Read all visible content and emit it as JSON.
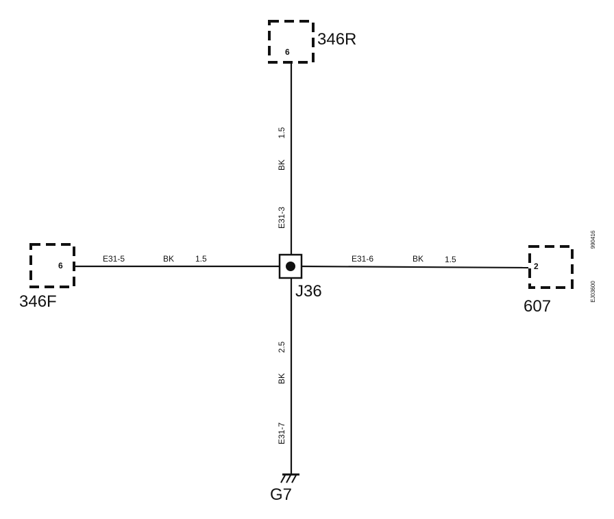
{
  "components": {
    "top": {
      "name": "346R",
      "pin": "6"
    },
    "left": {
      "name": "346F",
      "pin": "6"
    },
    "right": {
      "name": "607",
      "pin": "2"
    },
    "ground": {
      "name": "G7"
    },
    "junction": {
      "name": "J36"
    }
  },
  "wires": {
    "top": {
      "circuit": "E31-3",
      "color": "BK",
      "size": "1.5"
    },
    "left": {
      "circuit": "E31-5",
      "color": "BK",
      "size": "1.5"
    },
    "right": {
      "circuit": "E31-6",
      "color": "BK",
      "size": "1.5"
    },
    "bottom": {
      "circuit": "E31-7",
      "color": "BK",
      "size": "2.5"
    }
  },
  "side_codes": {
    "code_top": "990416",
    "code_bottom": "EJ03600"
  }
}
